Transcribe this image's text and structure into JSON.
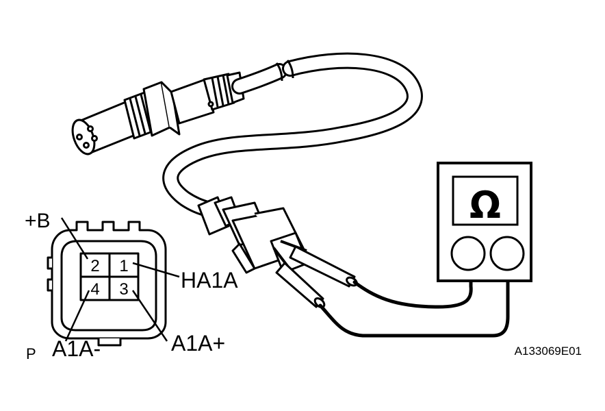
{
  "labels": {
    "plus_b": "+B",
    "ha1a": "HA1A",
    "a1a_minus": "A1A-",
    "a1a_plus": "A1A+",
    "p": "P"
  },
  "connector": {
    "pins": [
      "2",
      "1",
      "4",
      "3"
    ]
  },
  "meter": {
    "symbol": "Ω"
  },
  "figure_code": "A133069E01"
}
